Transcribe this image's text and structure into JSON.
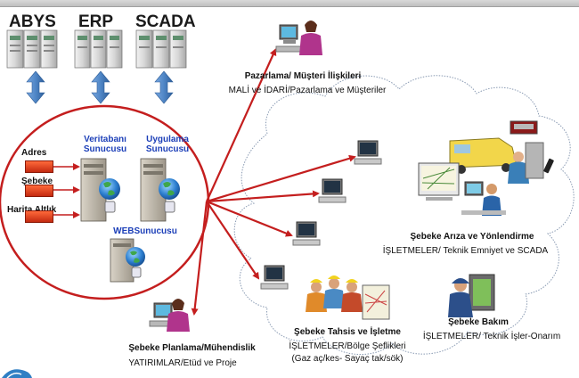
{
  "systems": [
    "ABYS",
    "ERP",
    "SCADA"
  ],
  "server_labels": {
    "database": "Veritabanı Sunucusu",
    "application": "Uygulama Sunucusu",
    "web": "WEBSunucusu"
  },
  "inputs": [
    "Adres",
    "Şebeke",
    "Harita Altlık"
  ],
  "nodes": {
    "marketing": {
      "title": "Pazarlama/ Müşteri İlişkileri",
      "subtitle": "MALİ ve İDARİ/Pazarlama  ve  Müşteriler"
    },
    "fault": {
      "title": "Şebeke Arıza ve Yönlendirme",
      "subtitle": "İŞLETMELER/ Teknik Emniyet  ve SCADA"
    },
    "maintenance": {
      "title": "Şebeke Bakım",
      "subtitle": "İŞLETMELER/  Teknik İşler-Onarım"
    },
    "allocation": {
      "title": "Şebeke Tahsis ve İşletme",
      "subtitle1": "İŞLETMELER/Bölge  Şeflikleri",
      "subtitle2": "(Gaz aç/kes-  Sayaç  tak/sök)"
    },
    "planning": {
      "title": "Şebeke Planlama/Mühendislik",
      "subtitle": "YATIRIMLAR/Etüd  ve Proje"
    }
  },
  "colors": {
    "accent_red": "#c41e1e",
    "label_blue": "#1c3fb8",
    "arrow_blue": "#4f86c6"
  }
}
